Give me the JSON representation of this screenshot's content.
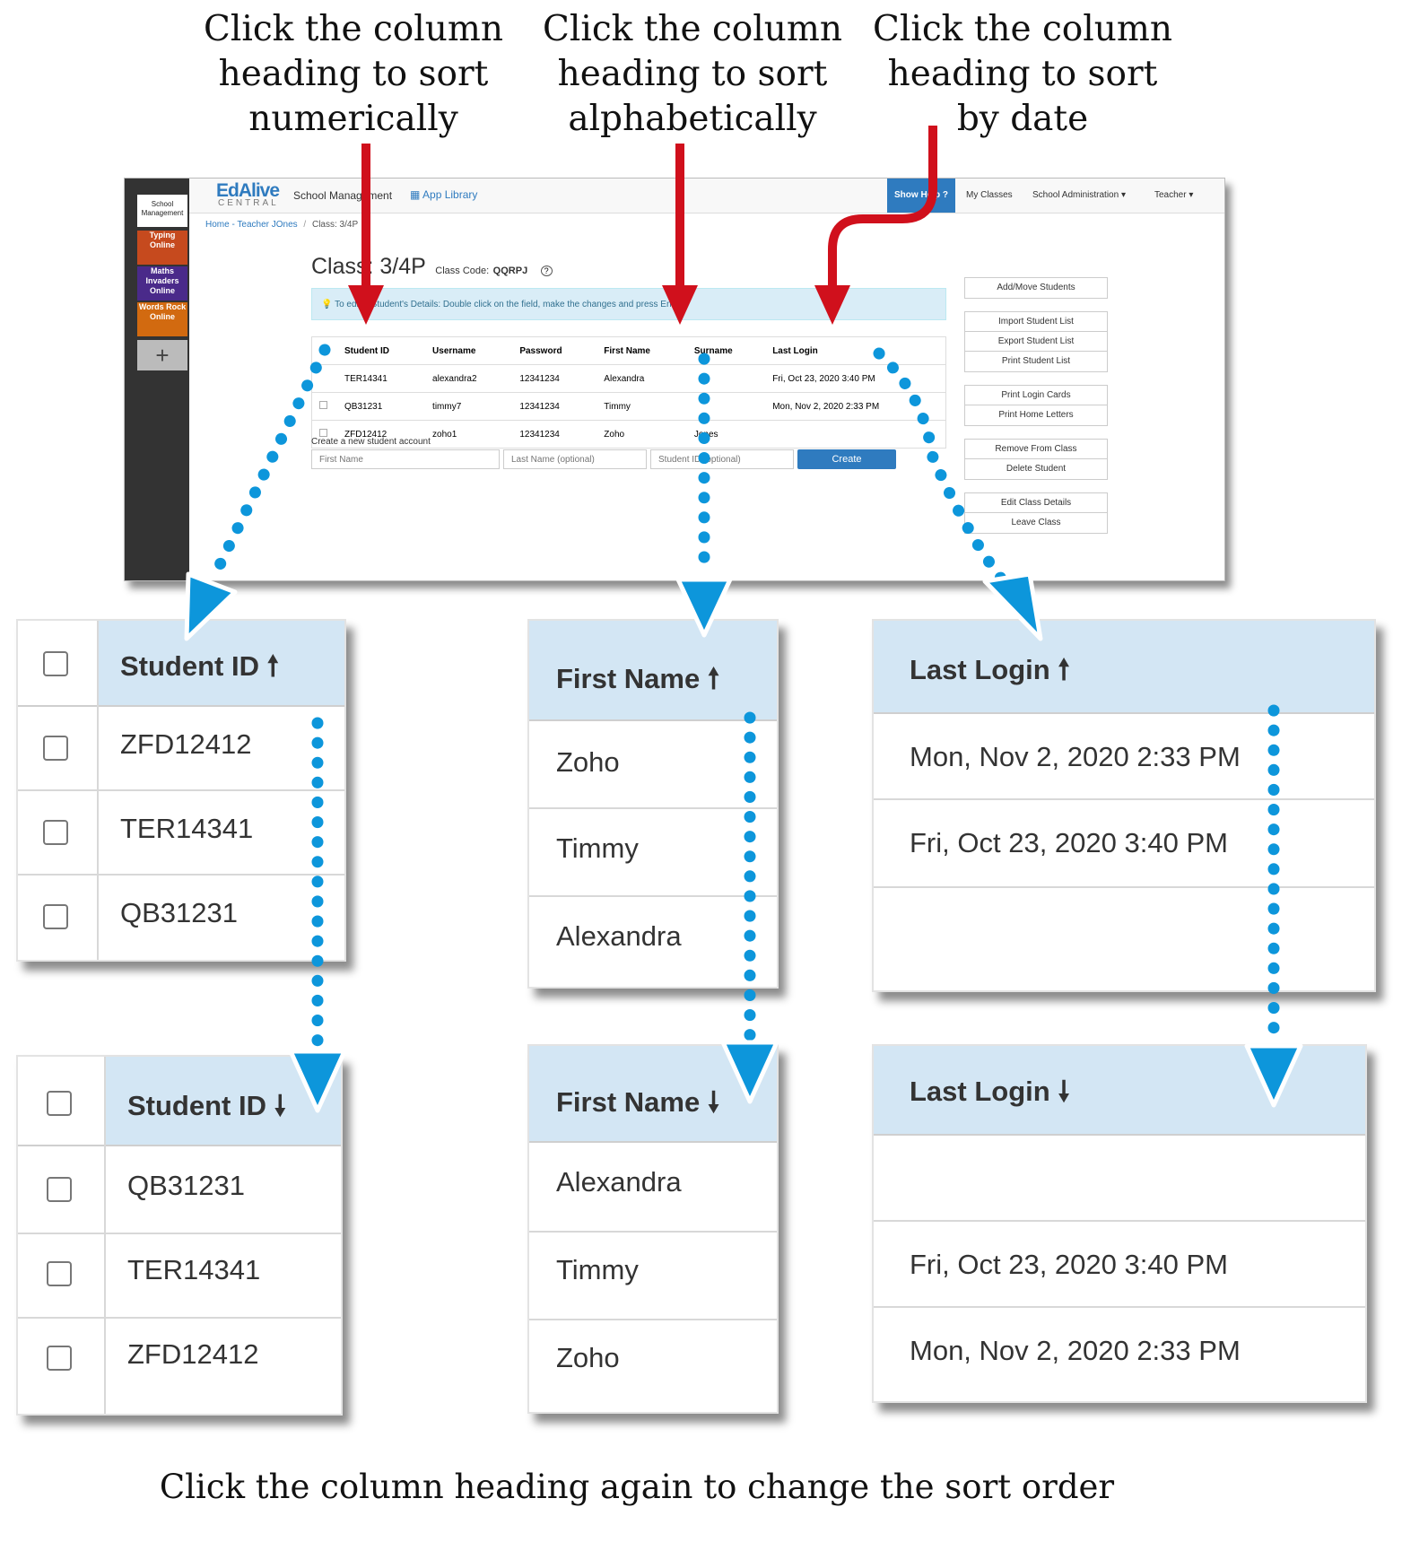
{
  "captions": {
    "numeric": [
      "Click the column",
      "heading to sort",
      "numerically"
    ],
    "alpha": [
      "Click the column",
      "heading to sort",
      "alphabetically"
    ],
    "date": [
      "Click the column",
      "heading to sort",
      "by date"
    ],
    "bottom": "Click the column heading again to change the sort order"
  },
  "screenshot": {
    "sidebar": {
      "school_management": "School Management",
      "tiles": [
        "Typing Online",
        "Maths Invaders Online",
        "Words Rock Online"
      ],
      "add": "+"
    },
    "brand": {
      "name": "EdAlive",
      "sub": "CENTRAL"
    },
    "nav": {
      "school_management": "School Management",
      "app_library": "App Library",
      "help": "Show Help ?",
      "my_classes": "My Classes",
      "school_admin": "School Administration ▾",
      "teacher": "Teacher ▾"
    },
    "breadcrumb": {
      "home": "Home - Teacher JOnes",
      "sep": "/",
      "class": "Class: 3/4P"
    },
    "class_title": "Class: 3/4P",
    "class_code_label": "Class Code:",
    "class_code": "QQRPJ",
    "help_icon": "?",
    "tip": "To edit a Student's Details: Double click on the field, make the changes and press Enter.",
    "table": {
      "headers": [
        "Student ID",
        "Username",
        "Password",
        "First Name",
        "Surname",
        "Last Login"
      ],
      "rows": [
        [
          "TER14341",
          "alexandra2",
          "12341234",
          "Alexandra",
          "",
          "Fri, Oct 23, 2020 3:40 PM"
        ],
        [
          "QB31231",
          "timmy7",
          "12341234",
          "Timmy",
          "",
          "Mon, Nov 2, 2020 2:33 PM"
        ],
        [
          "ZFD12412",
          "zoho1",
          "12341234",
          "Zoho",
          "Jones",
          ""
        ]
      ]
    },
    "create": {
      "label": "Create a new student account",
      "first_ph": "First Name",
      "last_ph": "Last Name (optional)",
      "id_ph": "Student ID (optional)",
      "button": "Create"
    },
    "side_buttons": [
      "Add/Move Students",
      "Import Student List",
      "Export Student List",
      "Print Student List",
      "Print Login Cards",
      "Print Home Letters",
      "Remove From Class",
      "Delete Student",
      "Edit Class Details",
      "Leave Class"
    ]
  },
  "panels": {
    "student_asc": {
      "header": "Student ID",
      "arrow": "up",
      "rows": [
        "ZFD12412",
        "TER14341",
        "QB31231"
      ]
    },
    "student_desc": {
      "header": "Student ID",
      "arrow": "down",
      "rows": [
        "QB31231",
        "TER14341",
        "ZFD12412"
      ]
    },
    "first_asc": {
      "header": "First Name",
      "arrow": "up",
      "rows": [
        "Zoho",
        "Timmy",
        "Alexandra"
      ]
    },
    "first_desc": {
      "header": "First Name",
      "arrow": "down",
      "rows": [
        "Alexandra",
        "Timmy",
        "Zoho"
      ]
    },
    "login_asc": {
      "header": "Last Login",
      "arrow": "up",
      "rows": [
        "Mon, Nov 2, 2020 2:33 PM",
        "Fri, Oct 23, 2020 3:40 PM",
        ""
      ]
    },
    "login_desc": {
      "header": "Last Login",
      "arrow": "down",
      "rows": [
        "",
        "Fri, Oct 23, 2020 3:40 PM",
        "Mon, Nov 2, 2020 2:33 PM"
      ]
    }
  },
  "colors": {
    "red_arrow": "#d0101c",
    "blue_arrow": "#0d96db",
    "header_blue": "#d3e6f4",
    "nav_blue": "#2f7bbf"
  }
}
